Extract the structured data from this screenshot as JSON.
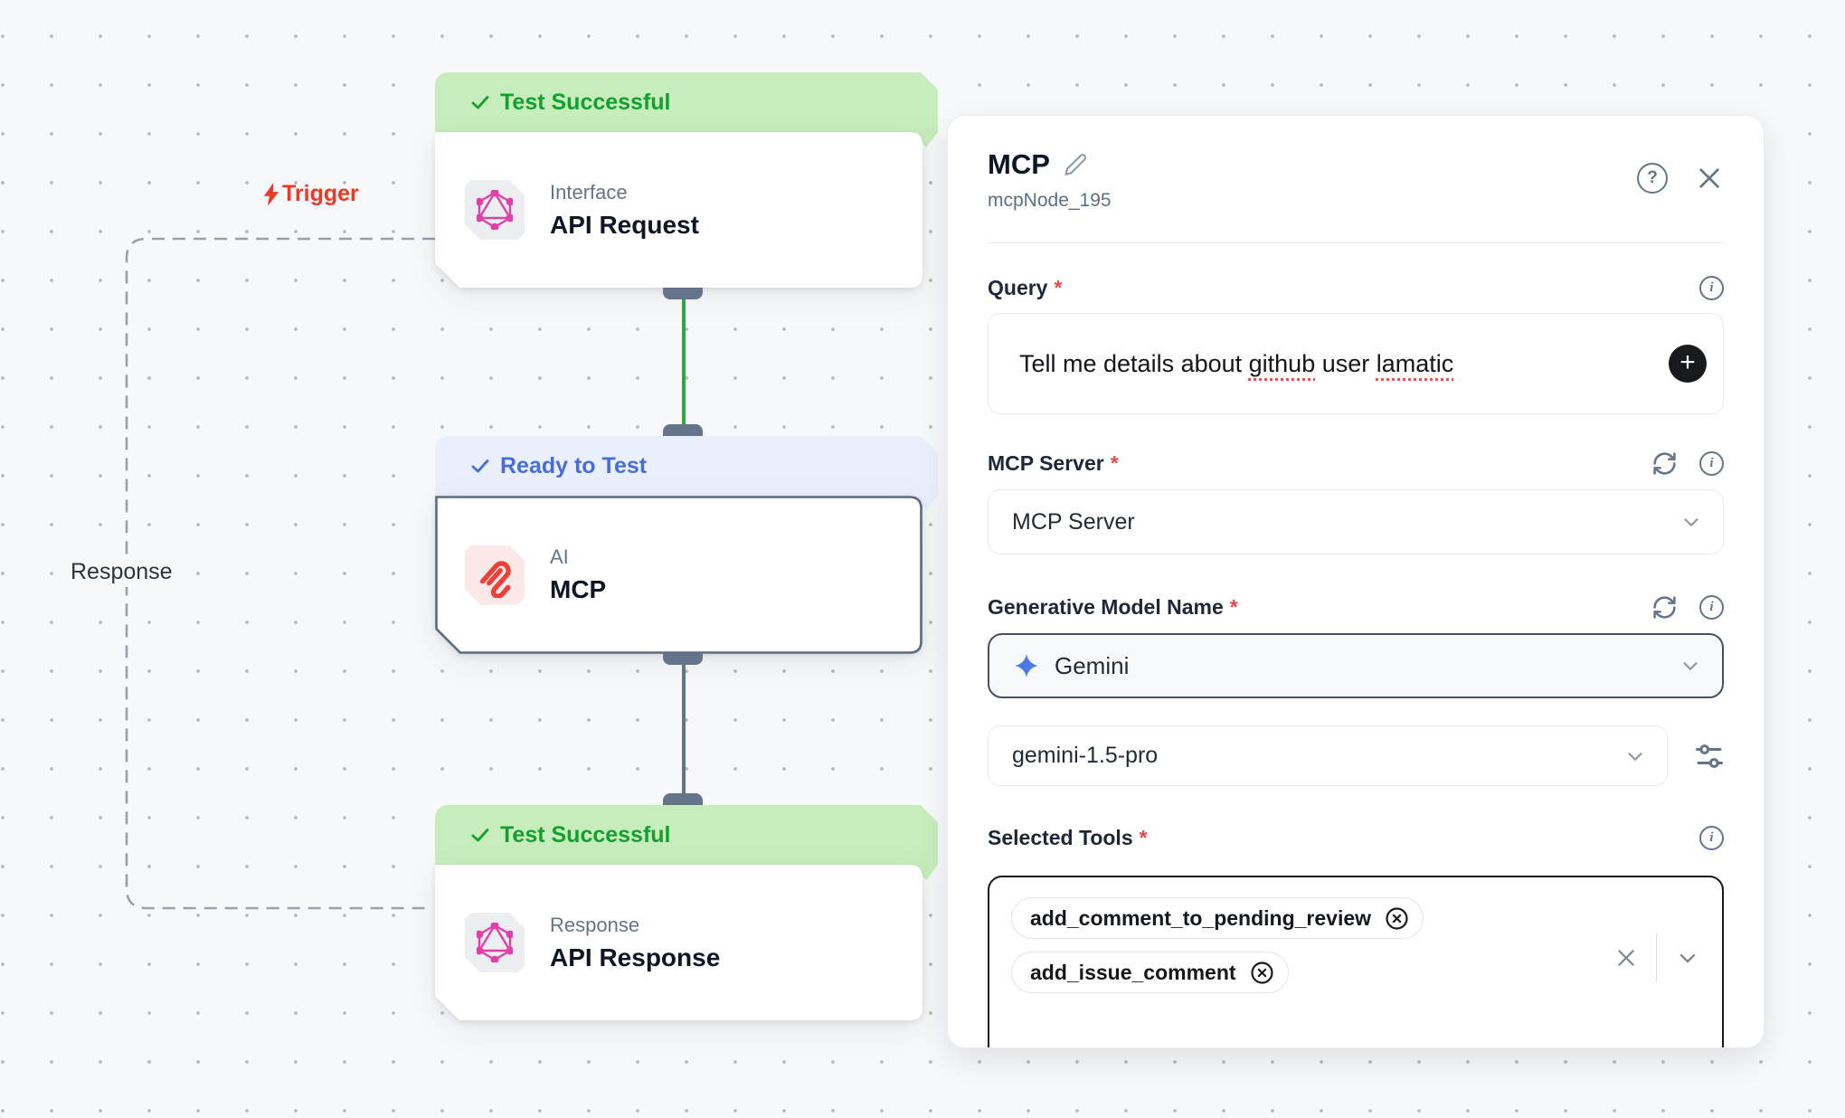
{
  "colors": {
    "canvas_bg": "#f7f8fa",
    "dot": "#b6b9bf",
    "dashed": "#9aa0aa",
    "trigger_red": "#ef3827",
    "response_text": "#2b3440",
    "banner_green_bg": "#c8edbd",
    "banner_green_text": "#13a02f",
    "banner_blue_bg": "#e9effc",
    "banner_blue_text": "#4a6cd8",
    "node_border": "#5d6b7e",
    "muted": "#64748b",
    "title": "#0d1526",
    "icon_gray_bg": "#eceef2",
    "icon_red_bg": "#fbe8e8",
    "graphql_pink": "#e23fa9",
    "mcp_red": "#ee4037",
    "connector_green": "#2ba83e",
    "connector_slate": "#64748b",
    "panel_bg": "#ffffff",
    "panel_border": "#eaecf0",
    "divider": "#e9ecef",
    "label": "#1d2738",
    "asterisk": "#e5484d",
    "input_border": "#e8eaee",
    "input_text": "#12151a",
    "select_text": "#232b36",
    "gemini_border": "#46505f",
    "gemini_bg": "#f7f9fc",
    "gemini_blue": "#4b7ae8",
    "tools_border": "#17191d",
    "chip_border": "#e3e6ea",
    "chip_text": "#15181d",
    "slate_icon": "#64748b",
    "plus_bg": "#17191d",
    "squiggle": "#e25555"
  },
  "icons": [
    "lightning-icon",
    "check-icon",
    "graphql-icon",
    "mcp-logo-icon",
    "pencil-icon",
    "help-icon",
    "close-icon",
    "info-icon",
    "refresh-icon",
    "chevron-down-icon",
    "plus-icon",
    "sliders-icon",
    "remove-circle-icon",
    "clear-x-icon"
  ],
  "canvas": {
    "trigger_label": "Trigger",
    "response_label": "Response",
    "nodes": [
      {
        "status": "Test Successful",
        "category": "Interface",
        "title": "API Request"
      },
      {
        "status": "Ready to Test",
        "category": "AI",
        "title": "MCP"
      },
      {
        "status": "Test Successful",
        "category": "Response",
        "title": "API Response"
      }
    ]
  },
  "panel": {
    "title": "MCP",
    "node_id": "mcpNode_195",
    "required_mark": "*",
    "help_glyph": "?",
    "info_glyph": "i",
    "plus_glyph": "+",
    "fields": {
      "query": {
        "label": "Query",
        "value_prefix": "Tell me details about ",
        "value_word1": "github",
        "value_mid": " user ",
        "value_word2": "lamatic"
      },
      "mcp_server": {
        "label": "MCP Server",
        "value": "MCP Server"
      },
      "generative_model": {
        "label": "Generative Model Name",
        "provider": "Gemini",
        "model": "gemini-1.5-pro"
      },
      "selected_tools": {
        "label": "Selected Tools",
        "chips": [
          "add_comment_to_pending_review",
          "add_issue_comment"
        ]
      }
    }
  }
}
